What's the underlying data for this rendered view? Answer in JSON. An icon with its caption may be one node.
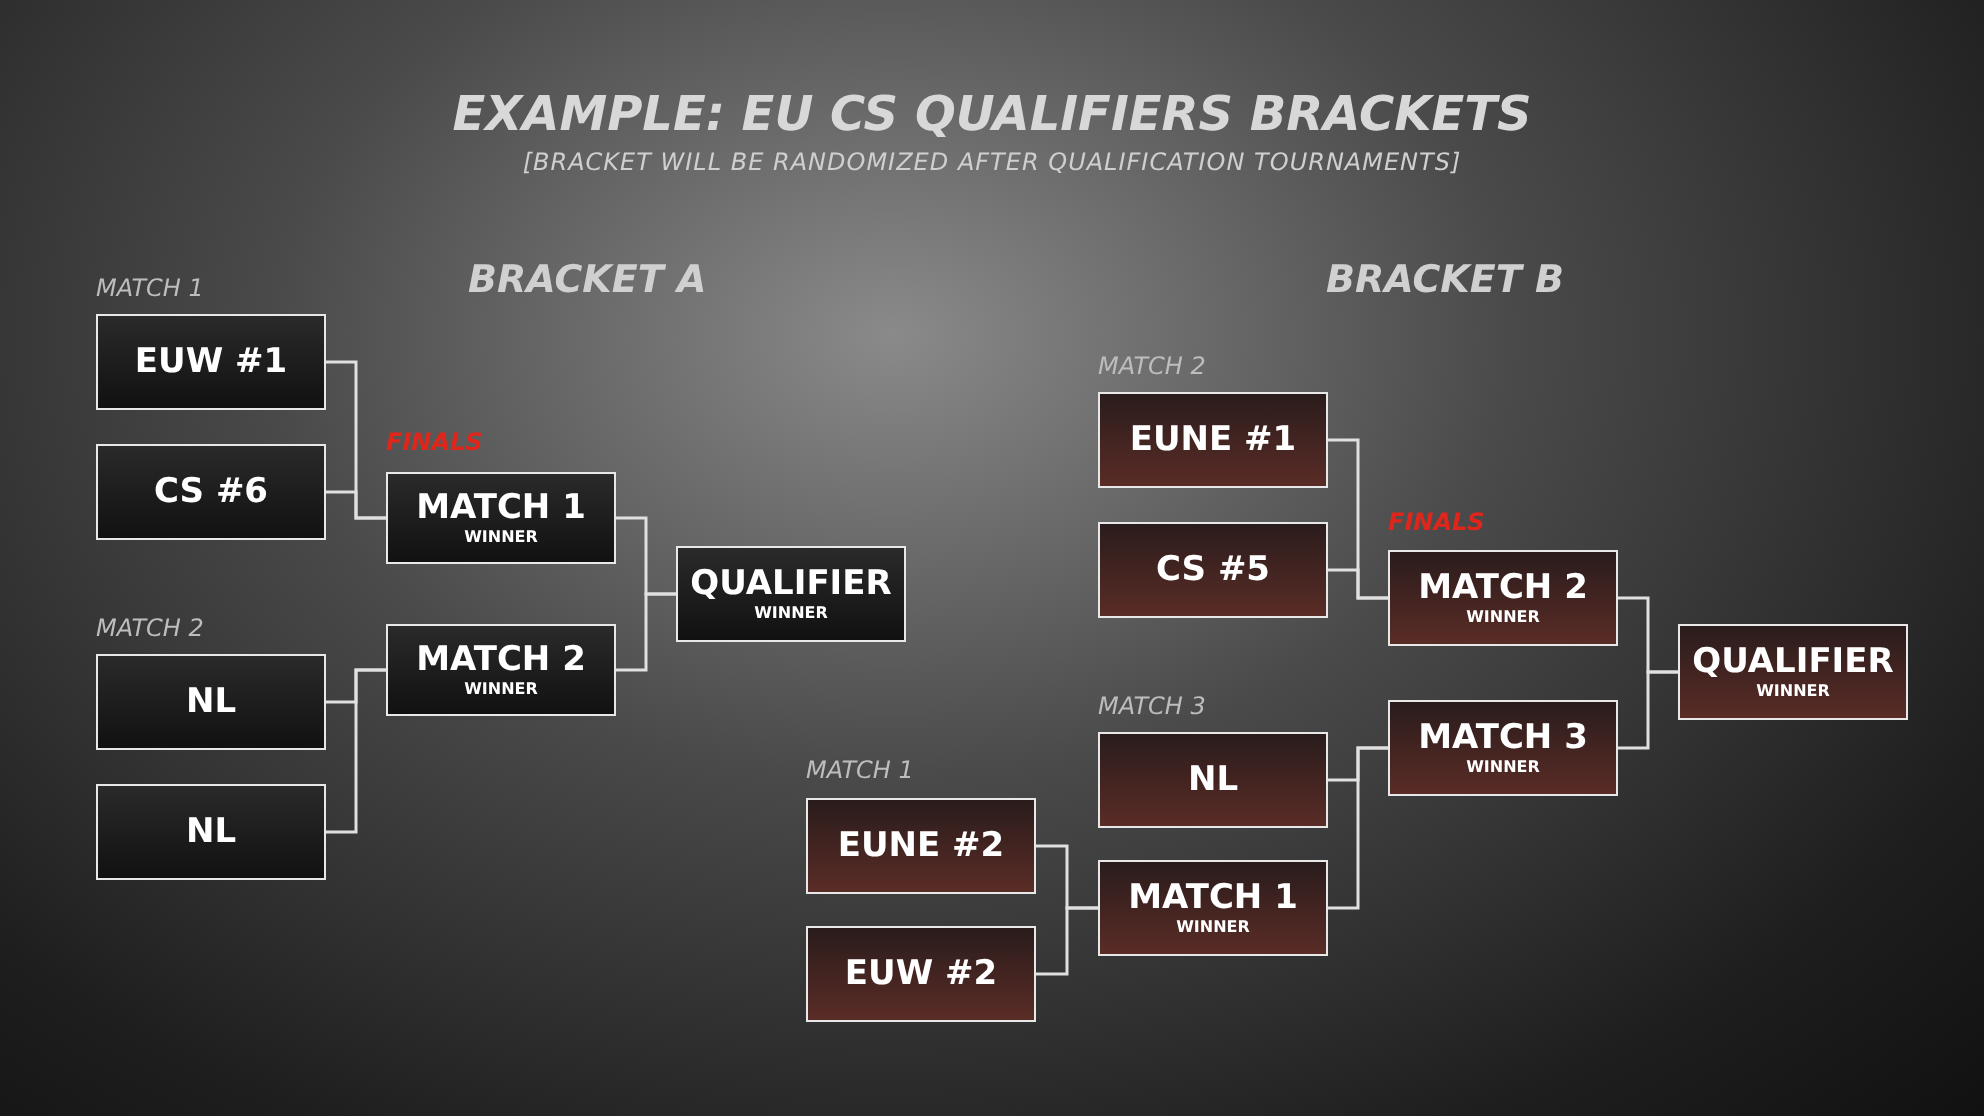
{
  "diagram": {
    "title": "EXAMPLE: EU CS QUALIFIERS BRACKETS",
    "nodes": [
      {
        "text": [
          "EUW #1"
        ]
      },
      {
        "text": [
          "CS #6"
        ]
      },
      {
        "text": [
          "MATCH 1",
          "WINNER"
        ]
      },
      {
        "text": [
          "MATCH 2",
          "WINNER"
        ]
      },
      {
        "text": [
          "QUALIFIER",
          "WINNER"
        ]
      },
      {
        "text": [
          "NL"
        ]
      },
      {
        "text": [
          "NL"
        ]
      },
      {
        "text": [
          "EUNE #1"
        ]
      },
      {
        "text": [
          "CS #5"
        ]
      },
      {
        "text": [
          "MATCH 2",
          "WINNER"
        ]
      },
      {
        "text": [
          "QUALIFIER",
          "WINNER"
        ]
      },
      {
        "text": [
          "MATCH 3",
          "WINNER"
        ]
      },
      {
        "text": [
          "NL"
        ]
      },
      {
        "text": [
          "EUNE #2"
        ]
      },
      {
        "text": [
          "EUW #2"
        ]
      },
      {
        "text": [
          "MATCH 1",
          "WINNER"
        ]
      }
    ],
    "edges": [
      {
        "from": 0,
        "to": 2,
        "arrow": "none"
      },
      {
        "from": 1,
        "to": 2,
        "arrow": "none"
      },
      {
        "from": 5,
        "to": 3,
        "arrow": "none"
      },
      {
        "from": 6,
        "to": 3,
        "arrow": "none"
      },
      {
        "from": 2,
        "to": 4,
        "arrow": "none"
      },
      {
        "from": 3,
        "to": 4,
        "arrow": "none"
      },
      {
        "from": 7,
        "to": 9,
        "arrow": "none"
      },
      {
        "from": 8,
        "to": 9,
        "arrow": "none"
      },
      {
        "from": 12,
        "to": 11,
        "arrow": "none"
      },
      {
        "from": 15,
        "to": 11,
        "arrow": "none"
      },
      {
        "from": 13,
        "to": 15,
        "arrow": "none"
      },
      {
        "from": 14,
        "to": 15,
        "arrow": "none"
      },
      {
        "from": 9,
        "to": 10,
        "arrow": "none"
      },
      {
        "from": 11,
        "to": 10,
        "arrow": "none"
      }
    ],
    "labels": [
      "[BRACKET WILL BE RANDOMIZED AFTER QUALIFICATION TOURNAMENTS]",
      "MATCH 1",
      "BRACKET A",
      "BRACKET B",
      "FINALS",
      "MATCH 2",
      "MATCH 2",
      "FINALS",
      "MATCH 3",
      "MATCH 1"
    ]
  }
}
